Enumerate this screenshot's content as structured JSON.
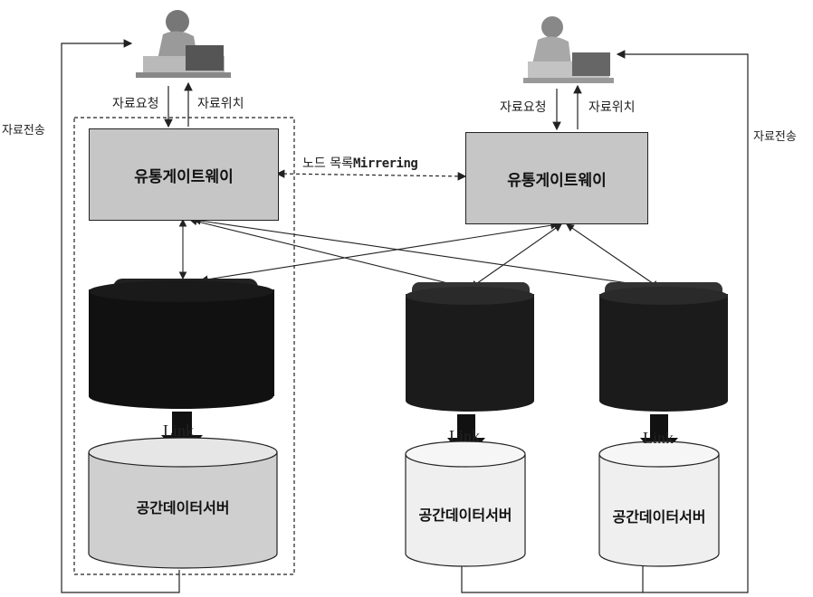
{
  "labels": {
    "request_left": "자료요청",
    "location_left": "자료위치",
    "request_right": "자료요청",
    "location_right": "자료위치",
    "transfer_left": "자료전송",
    "transfer_right": "자료전송",
    "mirroring_prefix": "노드 목록",
    "mirroring_word": "Mirrering"
  },
  "gateways": [
    {
      "label": "유통게이트웨이"
    },
    {
      "label": "유통게이트웨이"
    }
  ],
  "servers": [
    {
      "label": "공간데이터서버",
      "link": "Link"
    },
    {
      "label": "공간데이터서버",
      "link": "Link"
    },
    {
      "label": "공간데이터서버",
      "link": "Link"
    }
  ],
  "colors": {
    "gateway_fill": "#c6c6c6",
    "cylinder_dark": "#111111",
    "cylinder_light": "#eeeeee",
    "line": "#222222"
  }
}
